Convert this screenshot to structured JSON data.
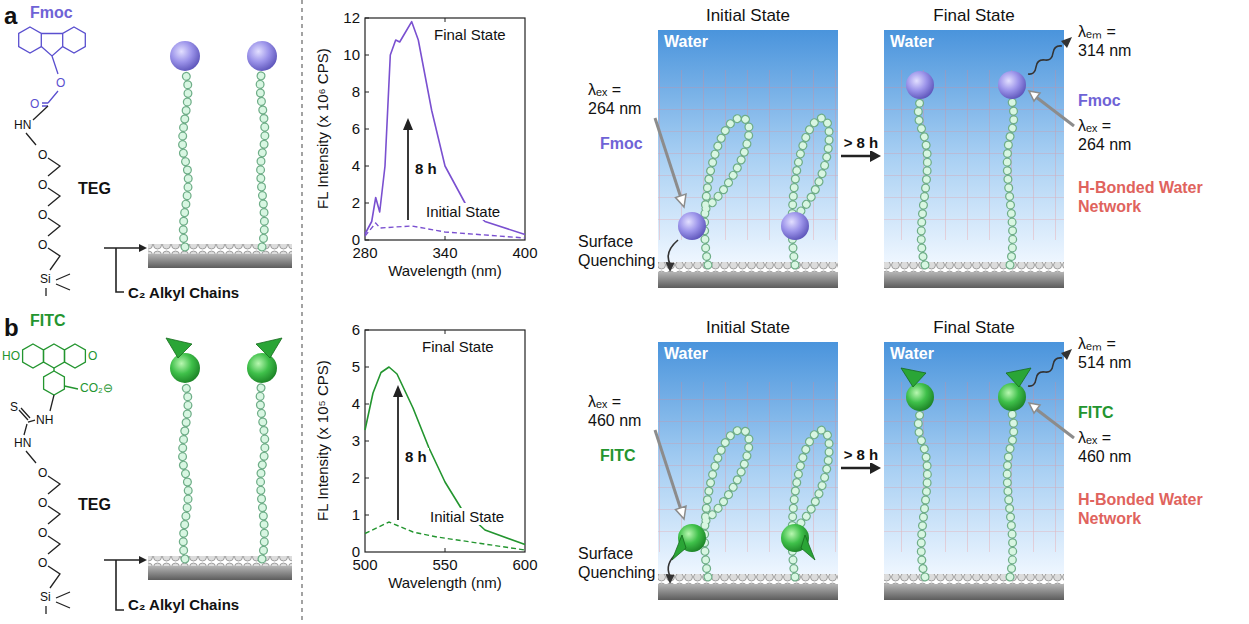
{
  "diagram": {
    "nodes": [
      {
        "text": [
          "Initial State",
          "Water"
        ]
      },
      {
        "text": [
          "Final State",
          "Water"
        ]
      },
      {
        "text": [
          "Initial State",
          "Water"
        ]
      },
      {
        "text": [
          "Final State",
          "Water"
        ]
      }
    ],
    "edges": [
      {
        "from": 0,
        "to": 1,
        "arrow": "to",
        "label": "> 8 h"
      },
      {
        "from": 2,
        "to": 3,
        "arrow": "to",
        "label": "> 8 h"
      }
    ],
    "labels": [
      "a",
      "Fmoc",
      "O",
      "O",
      "HN",
      "O",
      "O",
      "O",
      "O",
      "Si",
      "TEG",
      "C₂ Alkyl Chains",
      "12",
      "10",
      "8",
      "6",
      "4",
      "2",
      "0",
      "280",
      "340",
      "400",
      "Wavelength (nm)",
      "FL Intensity (x 10⁶ CPS)",
      "Final State",
      "8 h",
      "Initial State",
      "λₑₓ = 264 nm",
      "Fmoc",
      "Surface Quenching",
      "λₑₘ = 314 nm",
      "Fmoc",
      "λₑₓ = 264 nm",
      "H-Bonded Water Network",
      "b",
      "FITC",
      "HO",
      "O",
      "CO₂⊖",
      "S",
      "NH",
      "HN",
      "O",
      "O",
      "O",
      "O",
      "Si",
      "TEG",
      "C₂ Alkyl Chains",
      "6",
      "5",
      "4",
      "3",
      "2",
      "1",
      "0",
      "500",
      "550",
      "600",
      "Wavelength (nm)",
      "FL Intensity (x 10⁵ CPS)",
      "Final State",
      "8 h",
      "Initial State",
      "λₑₓ = 460 nm",
      "FITC",
      "Surface Quenching",
      "λₑₘ = 514 nm",
      "FITC",
      "λₑₓ = 460 nm",
      "H-Bonded Water Network"
    ]
  }
}
